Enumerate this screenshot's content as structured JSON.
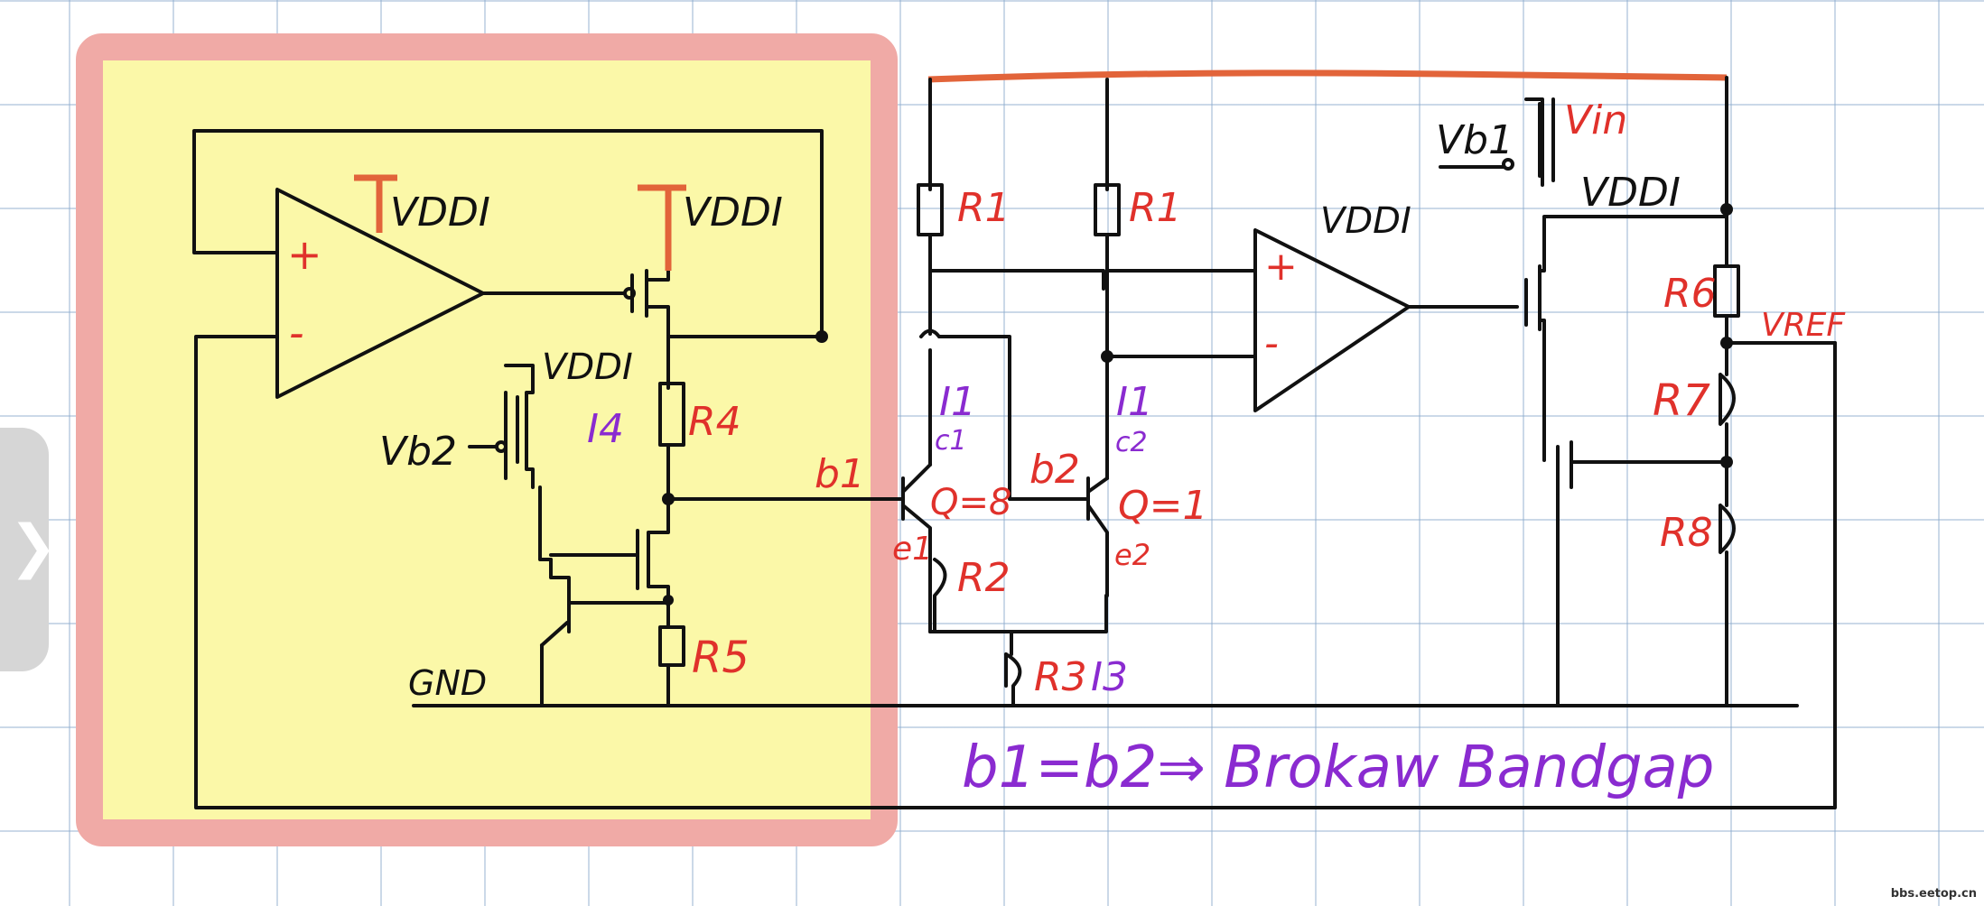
{
  "colors": {
    "highlight_border": "#f0aaa6",
    "highlight_fill": "#fbf8a8",
    "wire": "#111111",
    "label_red": "#e0312b",
    "label_purple": "#8a2bd0",
    "rail_orange": "#e2643a"
  },
  "left_block": {
    "opamp_plus": "+",
    "opamp_minus": "-",
    "supply_1": "VDDI",
    "supply_2": "VDDI",
    "supply_3": "VDDI",
    "bias_vb2": "Vb2",
    "current_i4": "I4",
    "res_r4": "R4",
    "res_r5": "R5",
    "gnd": "GND"
  },
  "core": {
    "res_r1_left": "R1",
    "res_r1_right": "R1",
    "current_i1_left": "I1",
    "current_i1_right": "I1",
    "node_c1": "c1",
    "node_c2": "c2",
    "node_b1": "b1",
    "node_b2": "b2",
    "node_e1": "e1",
    "node_e2": "e2",
    "ratio_q8": "Q=8",
    "ratio_q1": "Q=1",
    "res_r2": "R2",
    "res_r3": "R3",
    "current_i3": "I3"
  },
  "right_block": {
    "opamp_plus": "+",
    "opamp_minus": "-",
    "supply_opamp": "VDDI",
    "bias_vb1": "Vb1",
    "supply_vin": "Vin",
    "supply_vddi": "VDDI",
    "res_r6": "R6",
    "res_r7": "R7",
    "res_r8": "R8",
    "output_vref": "VREF"
  },
  "note": "b1=b2⇒ Brokaw Bandgap",
  "watermark": "bbs.eetop.cn",
  "side_tab_icon": "chevron-right-icon"
}
